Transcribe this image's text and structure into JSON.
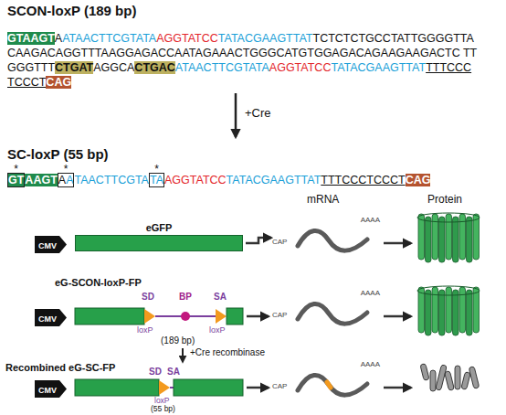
{
  "diagram": {
    "nodes": [
      {
        "text": [
          "CMV"
        ]
      },
      {
        "text": [
          "eGFP"
        ]
      },
      {
        "text": [
          "CAP",
          "AAAA"
        ]
      },
      {
        "text": [
          "CMV"
        ]
      },
      {
        "text": [
          "CAP",
          "AAAA"
        ]
      },
      {
        "text": [
          "CMV"
        ]
      },
      {
        "text": [
          "CAP",
          "AAAA"
        ]
      }
    ],
    "edges": [
      {
        "from": 1,
        "to": 2,
        "arrow": "to"
      }
    ],
    "labels": [
      "SCON-loxP (189 bp)",
      "GTAAGT",
      "A",
      "ATAACTTCGTATA",
      "AGGTATCC",
      "TATACGAAGTTAT",
      "TCTCTCTGCCTATTGGGGTTA",
      "CAAGACAGGTTTAAGGAGACCAATAGAAACTGGGCATGTGGAGACAGAAGAAGACTC TT",
      "GGGTTT",
      "CTGAT",
      "AGGCA",
      "CTGAC",
      "ATAACTTCGTATA",
      "AGGTATCC",
      "TATACGAAGTTAT",
      "TTTCCC",
      "TCCCT",
      "CAG",
      "+Cre",
      "SC-loxP (55 bp)",
      "GT",
      "AAGT",
      "A",
      "A",
      "TAACTTCGTA",
      "TA",
      "AGGTATCC",
      "TATACGAAGTTAT",
      "TTTCCCTCCCT",
      "CAG",
      "*",
      "*",
      "*",
      "mRNA",
      "Protein",
      "eG-SCON-loxP-FP",
      "SD",
      "BP",
      "SA",
      "loxP",
      "loxP",
      "(189 bp)",
      "+Cre recombinase",
      "Recombined eG-SC-FP",
      "SD",
      "SA",
      "loxP",
      "(55 bp)"
    ]
  }
}
